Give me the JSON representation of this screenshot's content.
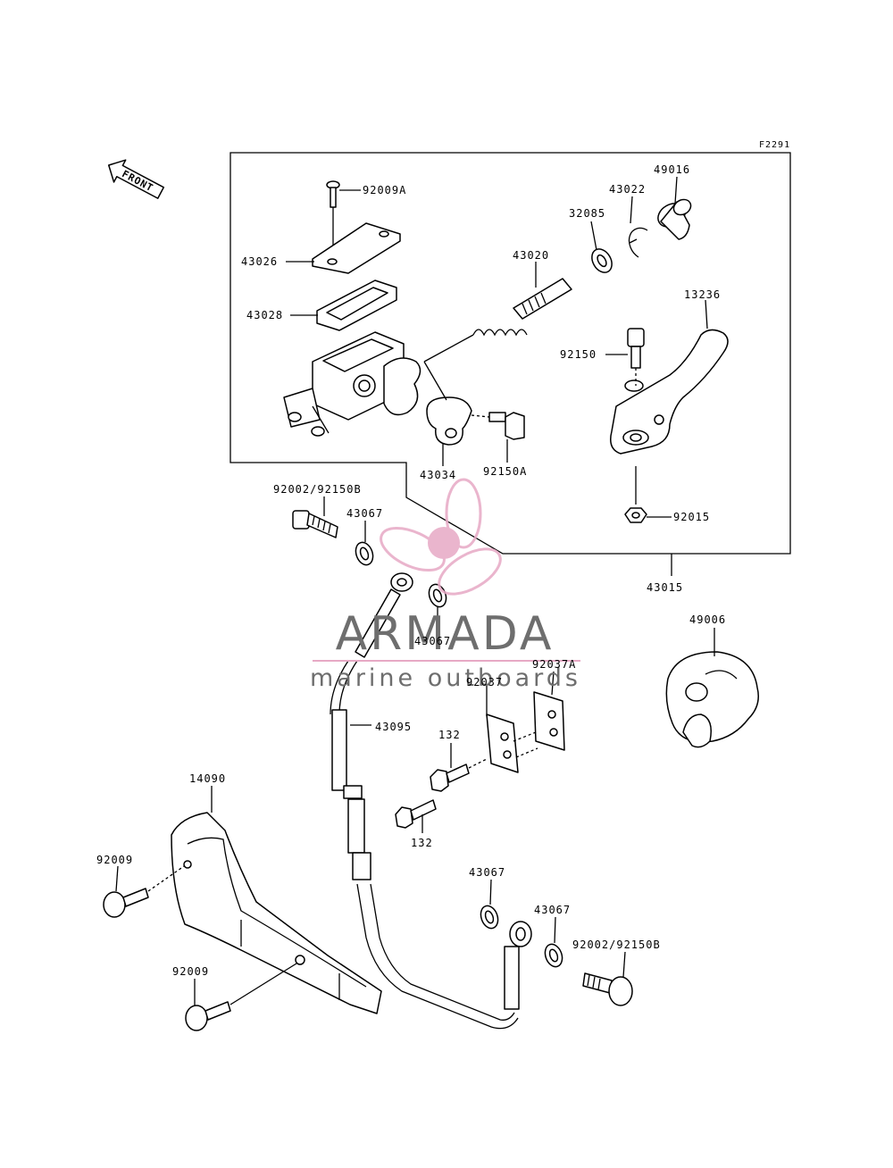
{
  "figure_code": "F2291",
  "front_arrow_label": "FRONT",
  "watermark": {
    "brand": "ARMADA",
    "tagline": "marine outboards",
    "color": "#e7a9c5"
  },
  "part_labels": {
    "p92009A": "92009A",
    "p43026": "43026",
    "p43028": "43028",
    "p43020": "43020",
    "p32085": "32085",
    "p43022": "43022",
    "p49016": "49016",
    "p13236": "13236",
    "p92150": "92150",
    "p43034": "43034",
    "p92150A": "92150A",
    "p92015": "92015",
    "p43015": "43015",
    "p92002_top": "92002/92150B",
    "p43067_a": "43067",
    "p43067_b": "43067",
    "p49006": "49006",
    "p92037A": "92037A",
    "p92037": "92037",
    "p43095": "43095",
    "p132_a": "132",
    "p132_b": "132",
    "p14090": "14090",
    "p92009_a": "92009",
    "p92009_b": "92009",
    "p43067_c": "43067",
    "p43067_d": "43067",
    "p92002_bottom": "92002/92150B"
  }
}
